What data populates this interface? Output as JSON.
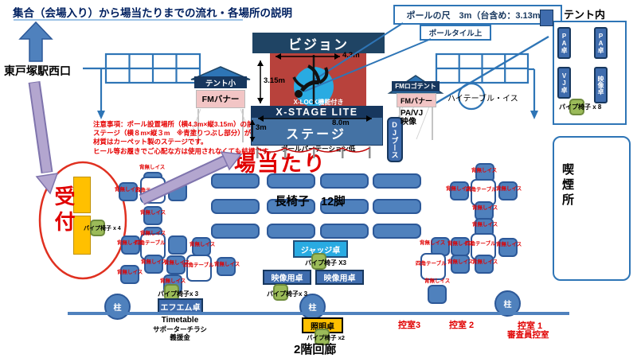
{
  "title": "集合（会場入り）から場当たりまでの流れ・各場所の説明",
  "station": "東戸塚駅西口",
  "arrival": "場当たり",
  "reception": {
    "label": "受付",
    "pipe_chairs": "パイプ椅子 x 4"
  },
  "notes": {
    "line1": "注意事項：ポール設置場所（横4.3m×縦3.15m）の前に",
    "line2": "ステージ（横８m×縦３m　※青塗りつぶし部分）がございます。",
    "line3": "材質はカーペット製のステージです。",
    "line4": "ヒール等お履きでご心配な方は使用されなくても結構です。"
  },
  "callouts": {
    "pole_size": "ポールの尺　3m（台含め：3.13m）",
    "pole_tile": "ポールタイル上"
  },
  "stage": {
    "vision": "ビジョン",
    "pole_width": "4.3m",
    "pole_height": "3.15m",
    "xlock": "X-LOCK機能付き",
    "xstage": "X-STAGE LITE",
    "stage_width": "8.0m",
    "label": "ステージ",
    "depth": "3m",
    "partition": "ポールパーテーション低",
    "dj": "DJブース"
  },
  "left_tent": {
    "roof": "テント小",
    "banner": "FMバナー"
  },
  "right_tent": {
    "roof": "FMロゴテント",
    "banner": "FMバナー",
    "pa_vj": "PA/VJ",
    "video": "映像"
  },
  "high_table": "ハイテーブル・イス",
  "tent_inside": {
    "title": "テント内",
    "tables": [
      "PA卓",
      "PA卓",
      "VJ卓",
      "映像卓"
    ],
    "pipe_chairs": "パイプ椅子 x 8"
  },
  "smoking": "喫煙所",
  "seating": {
    "bench_label": "長椅子　12脚"
  },
  "furniture": {
    "chair": "背無しイス",
    "table": "四角テーブル"
  },
  "pillar": "柱",
  "judge": {
    "label": "ジャッジ卓",
    "pipe_chairs": "パイプ椅子 X3"
  },
  "video_desk": {
    "label": "映像用卓",
    "pipe_chairs": "パイプ椅子x 3"
  },
  "fm_desk": {
    "label": "エフエム卓",
    "pipe_chairs": "パイプ椅子x 3",
    "items": [
      "Timetable",
      "サポーターチラシ",
      "義援金"
    ]
  },
  "light_desk": {
    "label": "照明卓",
    "pipe_chairs": "パイプ椅子 x2"
  },
  "corridor": "2階回廊",
  "rooms": {
    "room3": "控室3",
    "room2": "控室 2",
    "room1": "控室 1",
    "judge_room": "審査員控室"
  },
  "colors": {
    "navy": "#1f4464",
    "band_navy": "#17375e",
    "line_blue": "#2e75b6",
    "furniture_blue": "#4f81bd",
    "stage_blue": "#4472a4",
    "red": "#e00000",
    "brick_red": "#b8423c",
    "orange": "#ffc000",
    "green": "#9bbb59",
    "pink": "#f2c5c5",
    "cyan": "#29abe2",
    "purple": "#b3a6cf"
  }
}
